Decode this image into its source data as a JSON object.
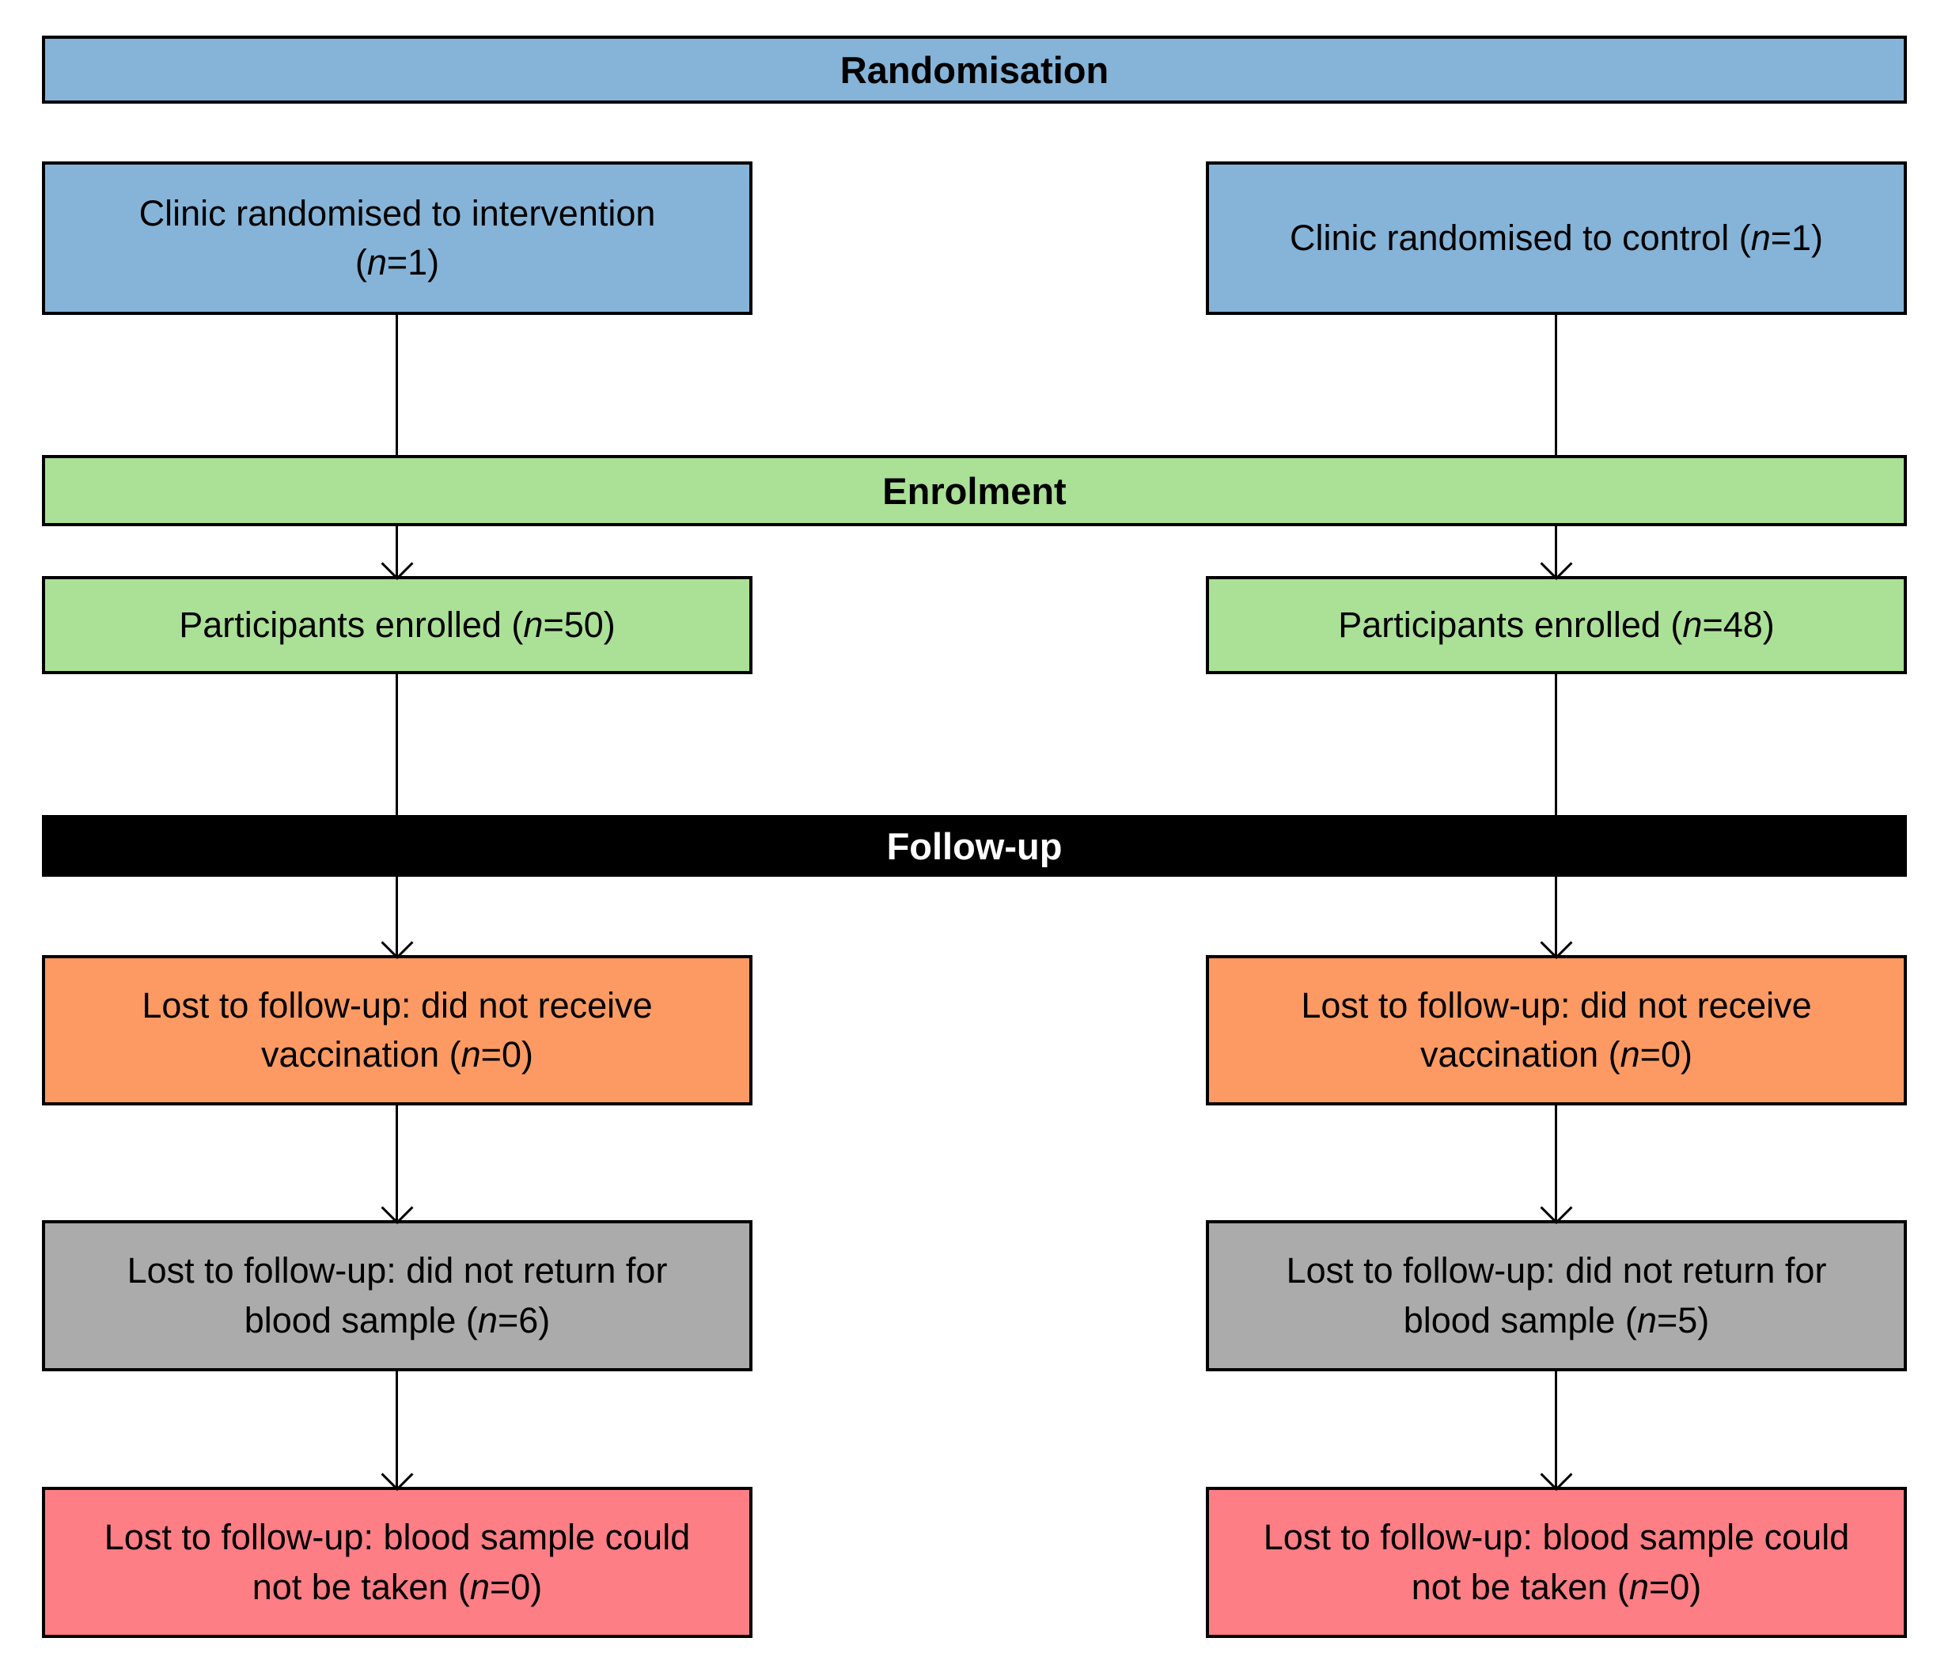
{
  "bars": {
    "randomisation": {
      "label": "Randomisation"
    },
    "enrolment": {
      "label": "Enrolment"
    },
    "followup": {
      "label": "Follow-up"
    }
  },
  "columns": {
    "intervention": {
      "clinic": {
        "line1": "Clinic randomised to intervention",
        "line2_pre": "(",
        "n": "n",
        "line2_post": "=1)"
      },
      "enrolled": {
        "pre": "Participants enrolled (",
        "n": "n",
        "post": "=50)"
      },
      "lost_vaccination": {
        "line1": "Lost to follow-up: did not receive",
        "line2_pre": "vaccination (",
        "n": "n",
        "line2_post": "=0)"
      },
      "lost_blood_return": {
        "line1": "Lost to follow-up: did not return for",
        "line2_pre": "blood sample (",
        "n": "n",
        "line2_post": "=6)"
      },
      "lost_blood_taken": {
        "line1": "Lost to follow-up: blood sample could",
        "line2_pre": "not be taken (",
        "n": "n",
        "line2_post": "=0)"
      }
    },
    "control": {
      "clinic": {
        "pre": "Clinic randomised to control (",
        "n": "n",
        "post": "=1)"
      },
      "enrolled": {
        "pre": "Participants enrolled (",
        "n": "n",
        "post": "=48)"
      },
      "lost_vaccination": {
        "line1": "Lost to follow-up: did not receive",
        "line2_pre": "vaccination (",
        "n": "n",
        "line2_post": "=0)"
      },
      "lost_blood_return": {
        "line1": "Lost to follow-up: did not return for",
        "line2_pre": "blood sample (",
        "n": "n",
        "line2_post": "=5)"
      },
      "lost_blood_taken": {
        "line1": "Lost to follow-up: blood sample could",
        "line2_pre": "not be taken (",
        "n": "n",
        "line2_post": "=0)"
      }
    }
  },
  "colors": {
    "randomisation_bar": "#85B4D8",
    "clinic_box": "#85B4D8",
    "enrolment_bar": "#ABE097",
    "enrolled_box": "#ABE097",
    "followup_bar": "#000000",
    "followup_bar_text": "#FFFFFF",
    "lost_vaccination_box": "#FD9A63",
    "lost_blood_return_box": "#ABABAB",
    "lost_blood_taken_box": "#FE7E85",
    "border": "#000000",
    "background": "#FFFFFF",
    "text": "#000000"
  }
}
